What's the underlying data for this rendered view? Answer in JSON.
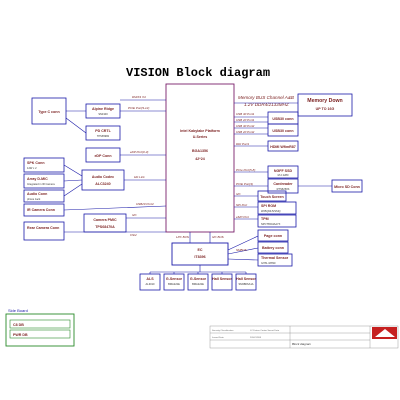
{
  "title": "VISION Block diagram",
  "cpu": {
    "name": "Intel Kabylake Platform",
    "series": "U-Series",
    "package": "BGA1356",
    "size": "42*24"
  },
  "memory": {
    "bus": "Memory BUS Channel A&B",
    "type": "1.2V DDR4/2133MHZ",
    "box_title": "Memory Down",
    "box_sub": "UP TO 16G"
  },
  "left_blocks": {
    "type_c": {
      "label": "Type C conn"
    },
    "alpine": {
      "label": "Alpine Ridge",
      "sub": "SN3100"
    },
    "pd": {
      "label": "PD CRTL",
      "sub": "TPS65982"
    },
    "edp": {
      "label": "eDP Conn"
    },
    "spk": {
      "label": "SPK Conn",
      "sub": "12W x 2"
    },
    "array": {
      "label": "Array D-MIC",
      "sub": "Integrated in IR Camera"
    },
    "audio_codec": {
      "label": "Audio Codec",
      "sub": "ALC3240"
    },
    "audio_conn": {
      "label": "Audio Conn",
      "sub": "phone Jack"
    },
    "ir_camera": {
      "label": "IR Camera Conn"
    },
    "camera_pmic": {
      "label": "Camera PMIC",
      "sub": "TPS68470A"
    },
    "rear_camera": {
      "label": "Rear Camera Conn"
    }
  },
  "left_buses": {
    "dmi": "DMIX4 X4",
    "pcie_x4": "PCIE Port(9-12)",
    "edp": "eDP Port(0-3)",
    "hd": "HD Link",
    "i2c": "I2C",
    "csi": "CSI2",
    "usb20": "USB20 Port4"
  },
  "right_blocks": {
    "usb_conn1": {
      "label": "USB30 conn"
    },
    "usb_conn2": {
      "label": "USB30 conn"
    },
    "hdmi": {
      "label": "HDMI WfimR87"
    },
    "ngff": {
      "label": "NGFF SSD",
      "sub": "M.2 2280"
    },
    "cardreader": {
      "label": "Cardreader",
      "sub": "RTS5250S"
    },
    "micro_sd": {
      "label": "Micro SD Conn"
    },
    "touch": {
      "label": "Touch Screen"
    },
    "spi_rom": {
      "label": "SPI ROM",
      "sub": "W25Q64JVSSIQ"
    },
    "tpm": {
      "label": "TPM",
      "sub": "NPCT650JAAYX"
    },
    "page_conn": {
      "label": "Page conn"
    },
    "battery": {
      "label": "Battery conn"
    },
    "thermal": {
      "label": "Thermal Sensor",
      "sub": "G781-1P81F"
    }
  },
  "right_buses": {
    "usb30_p1": "USB 30 Port1",
    "usb20_p1": "USB 20 Port1",
    "usb30_p2": "USB 30 Port2",
    "usb20_p2": "USB 20 Port2",
    "ddi": "DDI Port1",
    "pcie_5_8": "PCIe Port(5-8)",
    "pcie_4": "PCIE Port(4)",
    "i2c": "I2C",
    "spi": "SPI Port",
    "espi": "eSPI Port",
    "lpc_bus": "LPC BUS",
    "i2c_bus": "I2C BUS",
    "smbus": "SMBUS"
  },
  "ec": {
    "label": "EC",
    "part": "IT8396"
  },
  "sensors": [
    {
      "label": "ALS",
      "sub": "AL3010"
    },
    {
      "label": "G-Sensor",
      "sub": "BMA222E"
    },
    {
      "label": "G-Sensor",
      "sub": "BMA222E"
    },
    {
      "label": "Hall Sensor",
      "sub": ""
    },
    {
      "label": "Hall Sensor",
      "sub": "SM3BF6A1A"
    }
  ],
  "sideboard": {
    "title": "Side Board",
    "items": [
      "C8 DB",
      "PWR DB"
    ]
  },
  "title_block": {
    "doc_title": "Block diagram",
    "row1": "LC Future Center Secret Data",
    "row2": "Security Classification",
    "row3": "2016/12/08",
    "row4": "Issued Date"
  }
}
